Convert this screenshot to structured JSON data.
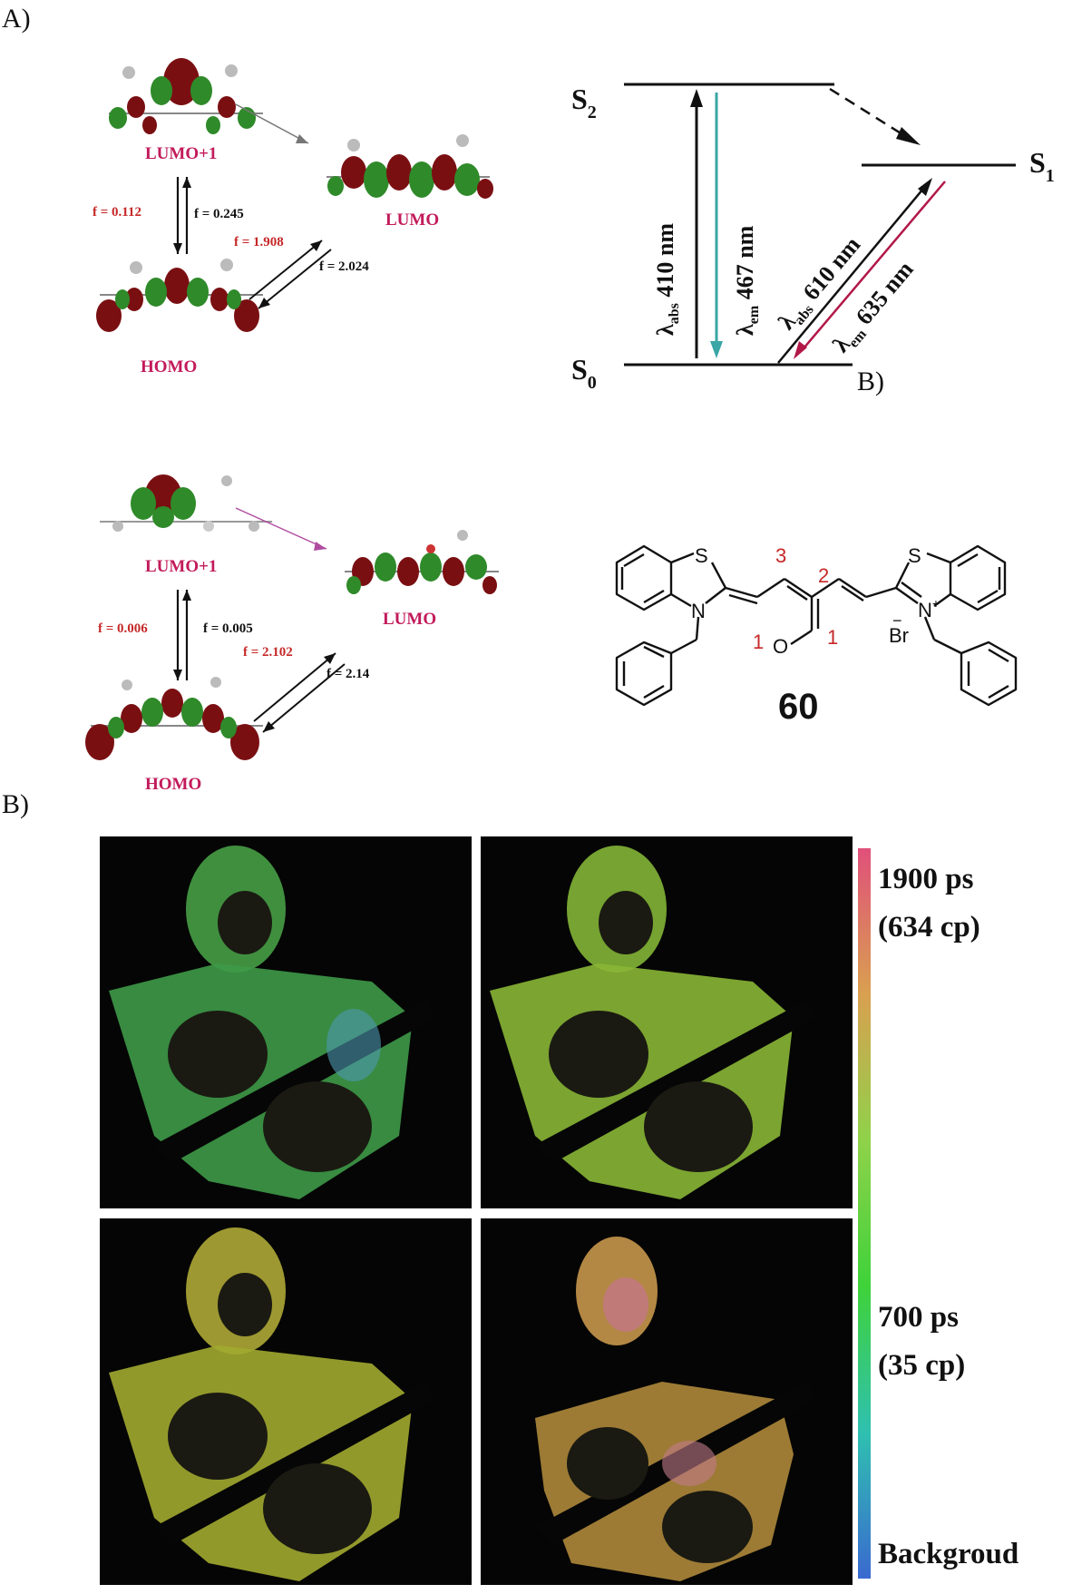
{
  "panels": {
    "a_label": "A)",
    "b_label_energy": "B)",
    "b_label_bottom": "B)"
  },
  "mo_top": {
    "lumo1": "LUMO+1",
    "lumo": "LUMO",
    "homo": "HOMO",
    "f1": "f = 0.112",
    "f2": "f = 0.245",
    "f3": "f = 1.908",
    "f4": "f = 2.024"
  },
  "mo_bottom": {
    "lumo1": "LUMO+1",
    "lumo": "LUMO",
    "homo": "HOMO",
    "f1": "f = 0.006",
    "f2": "f = 0.005",
    "f3": "f = 2.102",
    "f4": "f = 2.14"
  },
  "energy": {
    "s2": "S",
    "s2_sub": "2",
    "s1": "S",
    "s1_sub": "1",
    "s0": "S",
    "s0_sub": "0",
    "lambda": "λ",
    "abs": "abs",
    "em": "em",
    "abs1_value": "410 nm",
    "em1_value": "467 nm",
    "abs2_value": "610 nm",
    "em2_value": "635 nm"
  },
  "molecule": {
    "compound_number": "60",
    "atom_s1": "S",
    "atom_s2": "S",
    "atom_n1": "N",
    "atom_n2": "N",
    "charge_plus": "+",
    "counterion": "Br",
    "counterion_charge": "−",
    "atom_o": "O",
    "pos_1a": "1",
    "pos_1b": "1",
    "pos_2": "2",
    "pos_3": "3"
  },
  "colorbar": {
    "top_line1": "1900 ps",
    "top_line2": "(634 cp)",
    "mid_line1": "700 ps",
    "mid_line2": "(35 cp)",
    "bottom": "Backgroud",
    "colors": [
      "#e0507a",
      "#d9a050",
      "#8fd24a",
      "#3fd23a",
      "#2fc0b0",
      "#3a6ad0"
    ]
  },
  "colors": {
    "mo_label": "#c21a5a",
    "f_red": "#c62828",
    "arrow_teal": "#3aa6a6",
    "arrow_crimson": "#b21848",
    "lobe_red": "#7a0f12",
    "lobe_green": "#2f8a2a"
  }
}
